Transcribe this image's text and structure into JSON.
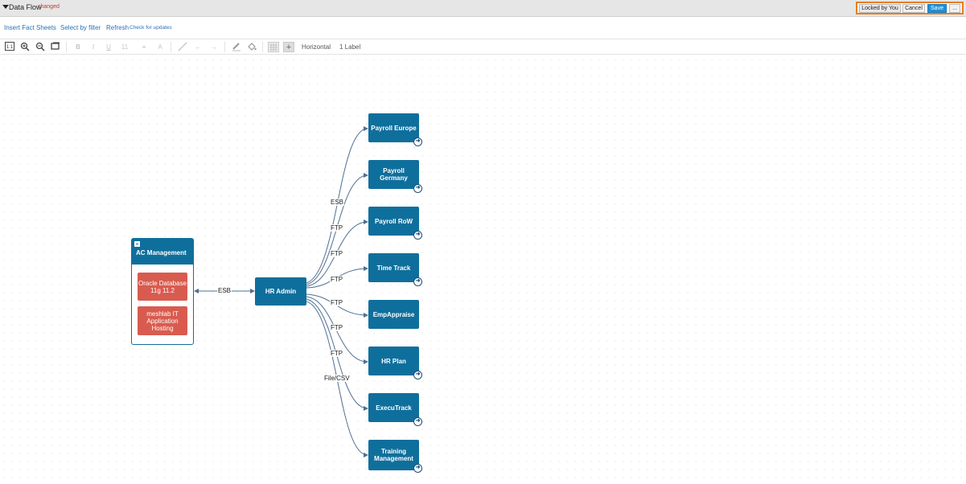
{
  "header": {
    "title": "Data Flow",
    "status": "changed",
    "locked_label": "Locked by You",
    "cancel_label": "Cancel",
    "save_label": "Save",
    "more_label": "..."
  },
  "links": {
    "insert": "Insert Fact Sheets",
    "select": "Select by filter",
    "refresh": "Refresh",
    "refresh_hint": "Check for updates"
  },
  "toolbar": {
    "icons": [
      "fit-icon",
      "zoom-in-icon",
      "zoom-out-icon",
      "window-icon",
      "bold-icon",
      "italic-icon",
      "underline-icon",
      "font-size-icon",
      "align-icon",
      "text-color-icon",
      "line-icon",
      "arrow-left-icon",
      "arrow-right-icon",
      "pen-icon",
      "fill-icon",
      "grid-icon",
      "plus-icon"
    ],
    "font_size": "11",
    "layout": "Horizontal",
    "labels": "1 Label"
  },
  "diagram": {
    "container": {
      "title": "AC Management",
      "children": [
        "Oracle Database 11g 11.2",
        "meshlab IT Application Hosting"
      ]
    },
    "hub": "HR Admin",
    "hub_link_label": "ESB",
    "targets": [
      {
        "name": "Payroll Europe",
        "label": ""
      },
      {
        "name": "Payroll Germany",
        "label": "ESB"
      },
      {
        "name": "Payroll RoW",
        "label": "FTP"
      },
      {
        "name": "Time Track",
        "label": "FTP"
      },
      {
        "name": "EmpAppraise",
        "label": "FTP"
      },
      {
        "name": "HR Plan",
        "label": "FTP"
      },
      {
        "name": "ExecuTrack",
        "label": "FTP"
      },
      {
        "name": "Training Management",
        "label": "FTP"
      }
    ],
    "extra_label": "File/CSV",
    "colors": {
      "node": "#0f6f9c",
      "child": "#d95b4f",
      "edge": "#4f6f92",
      "accent": "#e67e22"
    }
  }
}
